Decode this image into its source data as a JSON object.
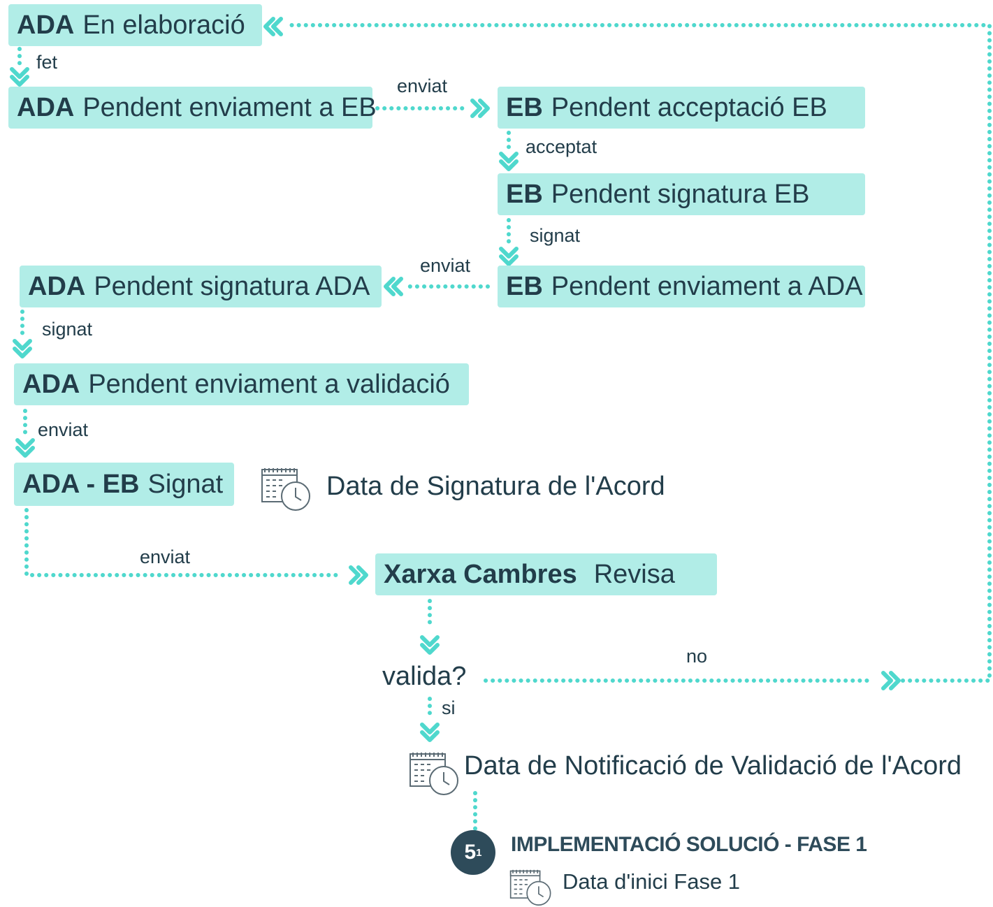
{
  "colors": {
    "node_fill": "#b1ede7",
    "connector": "#4fd8cd",
    "text": "#223d4a",
    "badge": "#2e4b5a"
  },
  "icons": {
    "calendar": "calendar-clock-icon",
    "arrow": "double-chevron-icon"
  },
  "nodes": [
    {
      "id": "ada-en-elaboracio",
      "actor": "ADA",
      "status": "En elaboració"
    },
    {
      "id": "ada-pendent-enviament-eb",
      "actor": "ADA",
      "status": "Pendent enviament a EB"
    },
    {
      "id": "eb-pendent-acceptacio",
      "actor": "EB",
      "status": "Pendent acceptació EB"
    },
    {
      "id": "eb-pendent-signatura",
      "actor": "EB",
      "status": "Pendent signatura EB"
    },
    {
      "id": "eb-pendent-enviament-ada",
      "actor": "EB",
      "status": "Pendent enviament a ADA"
    },
    {
      "id": "ada-pendent-signatura",
      "actor": "ADA",
      "status": "Pendent signatura ADA"
    },
    {
      "id": "ada-pendent-validacio",
      "actor": "ADA",
      "status": "Pendent enviament a validació"
    },
    {
      "id": "ada-eb-signat",
      "actor": "ADA - EB",
      "status": "Signat"
    },
    {
      "id": "xarxa-cambres-revisa",
      "actor": "Xarxa Cambres",
      "status": "Revisa"
    }
  ],
  "edge_labels": {
    "fet": "fet",
    "enviat_eb": "enviat",
    "acceptat": "acceptat",
    "signat_eb": "signat",
    "enviat_ada": "enviat",
    "signat_ada": "signat",
    "enviat_validacio": "enviat",
    "enviat_xarxa": "enviat",
    "no": "no",
    "si": "si"
  },
  "decision": "valida?",
  "milestones": {
    "signatura": "Data de Signatura de l'Acord",
    "notificacio": "Data de Notificació de Validació de l'Acord"
  },
  "phase": {
    "number": "5",
    "sub": "1",
    "title": "IMPLEMENTACIÓ SOLUCIÓ - FASE 1",
    "date_label": "Data d'inici Fase 1"
  }
}
